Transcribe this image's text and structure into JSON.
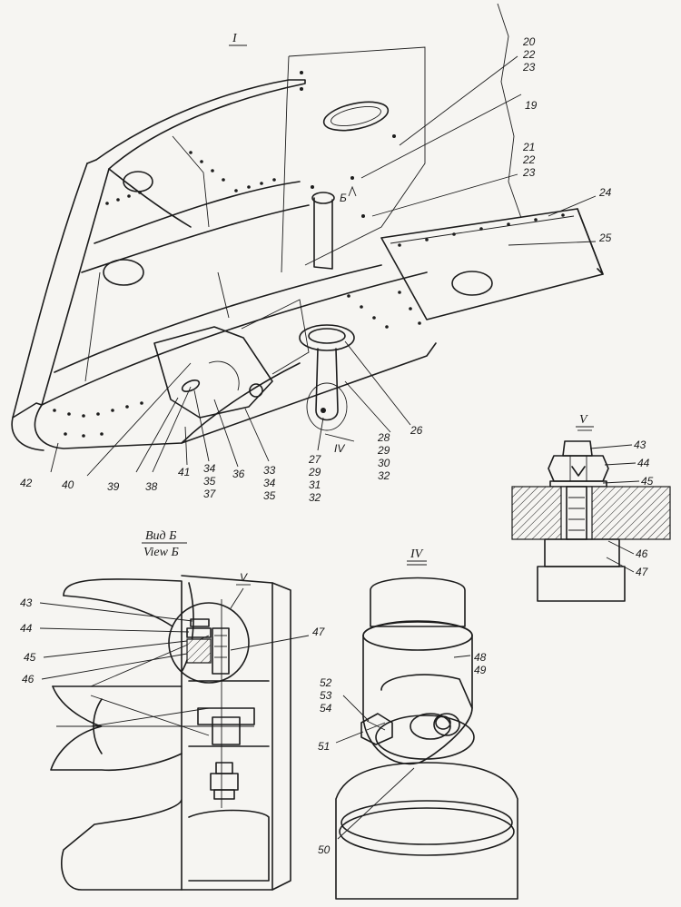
{
  "views": {
    "main": {
      "title": "I"
    },
    "view_b": {
      "title_ru": "Вид Б",
      "title_en": "View Б"
    },
    "detail_iv": {
      "title": "IV"
    },
    "detail_v": {
      "title": "V"
    }
  },
  "marks": {
    "b_mark": "Б",
    "iv_mark": "IV",
    "v_mark": "V"
  },
  "callouts_main": [
    "20",
    "22",
    "23",
    "19",
    "21",
    "22",
    "23",
    "24",
    "25",
    "26",
    "28",
    "29",
    "30",
    "32",
    "27",
    "29",
    "31",
    "32",
    "33",
    "34",
    "35",
    "36",
    "34",
    "35",
    "37",
    "41",
    "38",
    "39",
    "40",
    "42"
  ],
  "callouts_view_b": [
    "43",
    "44",
    "45",
    "46",
    "47"
  ],
  "callouts_detail_v": [
    "43",
    "44",
    "45",
    "46",
    "47"
  ],
  "callouts_detail_iv": [
    "48",
    "49",
    "52",
    "53",
    "54",
    "51",
    "50"
  ]
}
